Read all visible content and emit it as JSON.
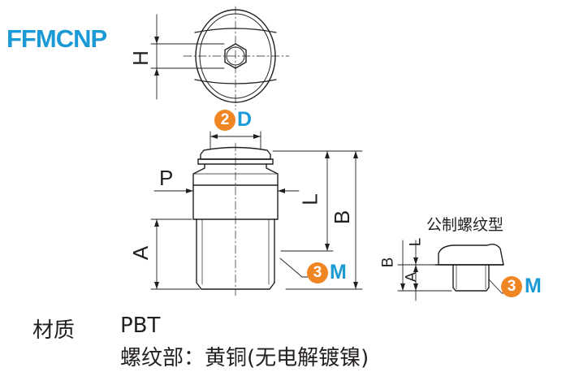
{
  "model": "FFMCNP",
  "labels": {
    "H": "H",
    "D": "D",
    "P": "P",
    "L": "L",
    "B": "B",
    "A": "A",
    "M": "M"
  },
  "callouts": {
    "d_number": "2",
    "m_number": "3"
  },
  "male_thread_type": "公制螺纹型",
  "material": {
    "label": "材质",
    "value": "PBT",
    "thread_part": "螺纹部：黄铜(无电解镀镍)"
  },
  "colors": {
    "accent_blue": "#1c9ad6",
    "badge_orange": "#ef8523",
    "line": "#231f20"
  }
}
